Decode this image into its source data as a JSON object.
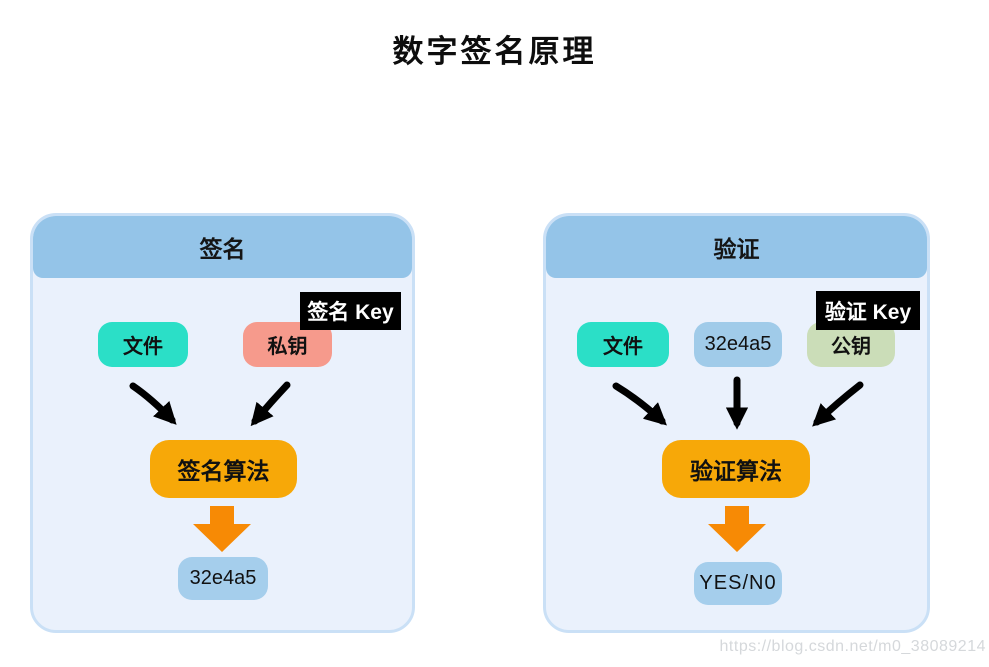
{
  "title": "数字签名原理",
  "watermark": "https://blog.csdn.net/m0_38089214",
  "colors": {
    "panel_header": "#94C4E8",
    "panel_body": "#EAF1FC",
    "panel_border": "#CAE0F6",
    "node_file": "#2BDFC7",
    "node_private_key": "#F69A8C",
    "node_public_key": "#CBDDB8",
    "node_hash_input": "#A0CBE9",
    "node_output": "#A5CEEC",
    "node_algorithm": "#F7A808",
    "flow_arrow_orange": "#F78A05",
    "arrow_black": "#000000",
    "key_label_bg": "#000000",
    "key_label_text": "#FFFFFF"
  },
  "panels": [
    {
      "header": "签名",
      "key_label": "签名 Key",
      "inputs": [
        {
          "label": "文件"
        },
        {
          "label": "私钥"
        }
      ],
      "algorithm": "签名算法",
      "output": "32e4a5"
    },
    {
      "header": "验证",
      "key_label": "验证 Key",
      "inputs": [
        {
          "label": "文件"
        },
        {
          "label": "32e4a5"
        },
        {
          "label": "公钥"
        }
      ],
      "algorithm": "验证算法",
      "output": "YES/N0"
    }
  ]
}
